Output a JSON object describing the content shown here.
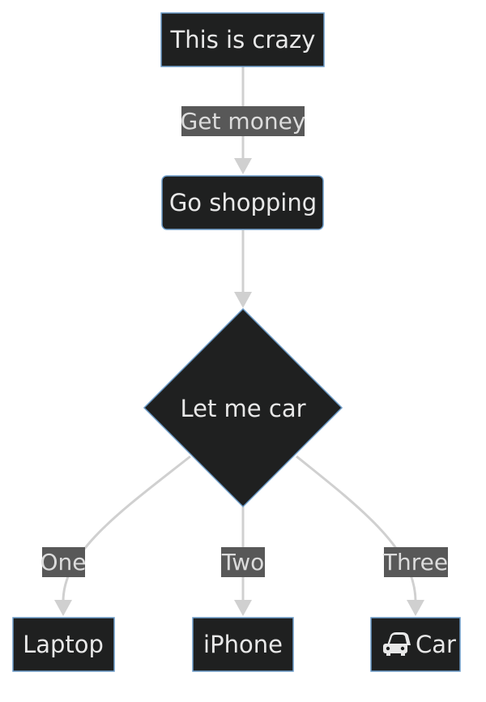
{
  "nodes": {
    "start": "This is crazy",
    "shopping": "Go shopping",
    "decision": "Let me car",
    "laptop": "Laptop",
    "iphone": "iPhone",
    "car": "Car"
  },
  "edges": {
    "start_to_shopping": "Get money",
    "decision_to_laptop": "One",
    "decision_to_iphone": "Two",
    "decision_to_car": "Three"
  },
  "icons": {
    "car": "car-icon"
  },
  "colors": {
    "node_fill": "#1f2020",
    "node_border": "#6b9bc8",
    "edge": "#d0d0d0",
    "label_bg": "#585858",
    "text": "#e8e8e8"
  }
}
